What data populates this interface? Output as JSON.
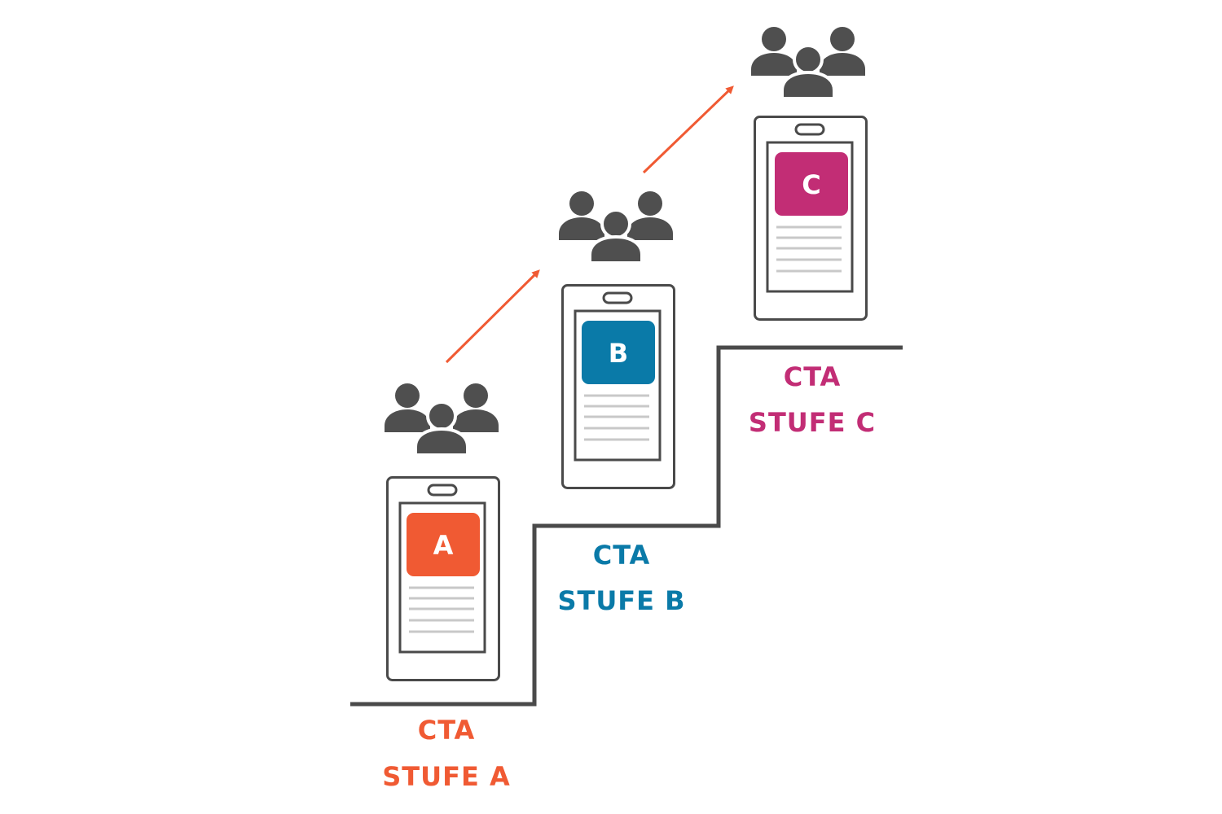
{
  "colors": {
    "stair": "#4a4a4a",
    "people": "#4f4f4f",
    "phone_outline": "#4a4a4a",
    "text_lines": "#c8c8c8",
    "arrow": "#f05a33",
    "stage_a": "#f05a33",
    "stage_b": "#0a7aa8",
    "stage_c": "#c22d75"
  },
  "stages": [
    {
      "id": "a",
      "badge": "A",
      "cta": "CTA",
      "stufe": "STUFE A",
      "color": "#f05a33"
    },
    {
      "id": "b",
      "badge": "B",
      "cta": "CTA",
      "stufe": "STUFE B",
      "color": "#0a7aa8"
    },
    {
      "id": "c",
      "badge": "C",
      "cta": "CTA",
      "stufe": "STUFE C",
      "color": "#c22d75"
    }
  ],
  "icons": [
    "people-group-icon",
    "smartphone-icon",
    "arrow-up-right-icon"
  ]
}
